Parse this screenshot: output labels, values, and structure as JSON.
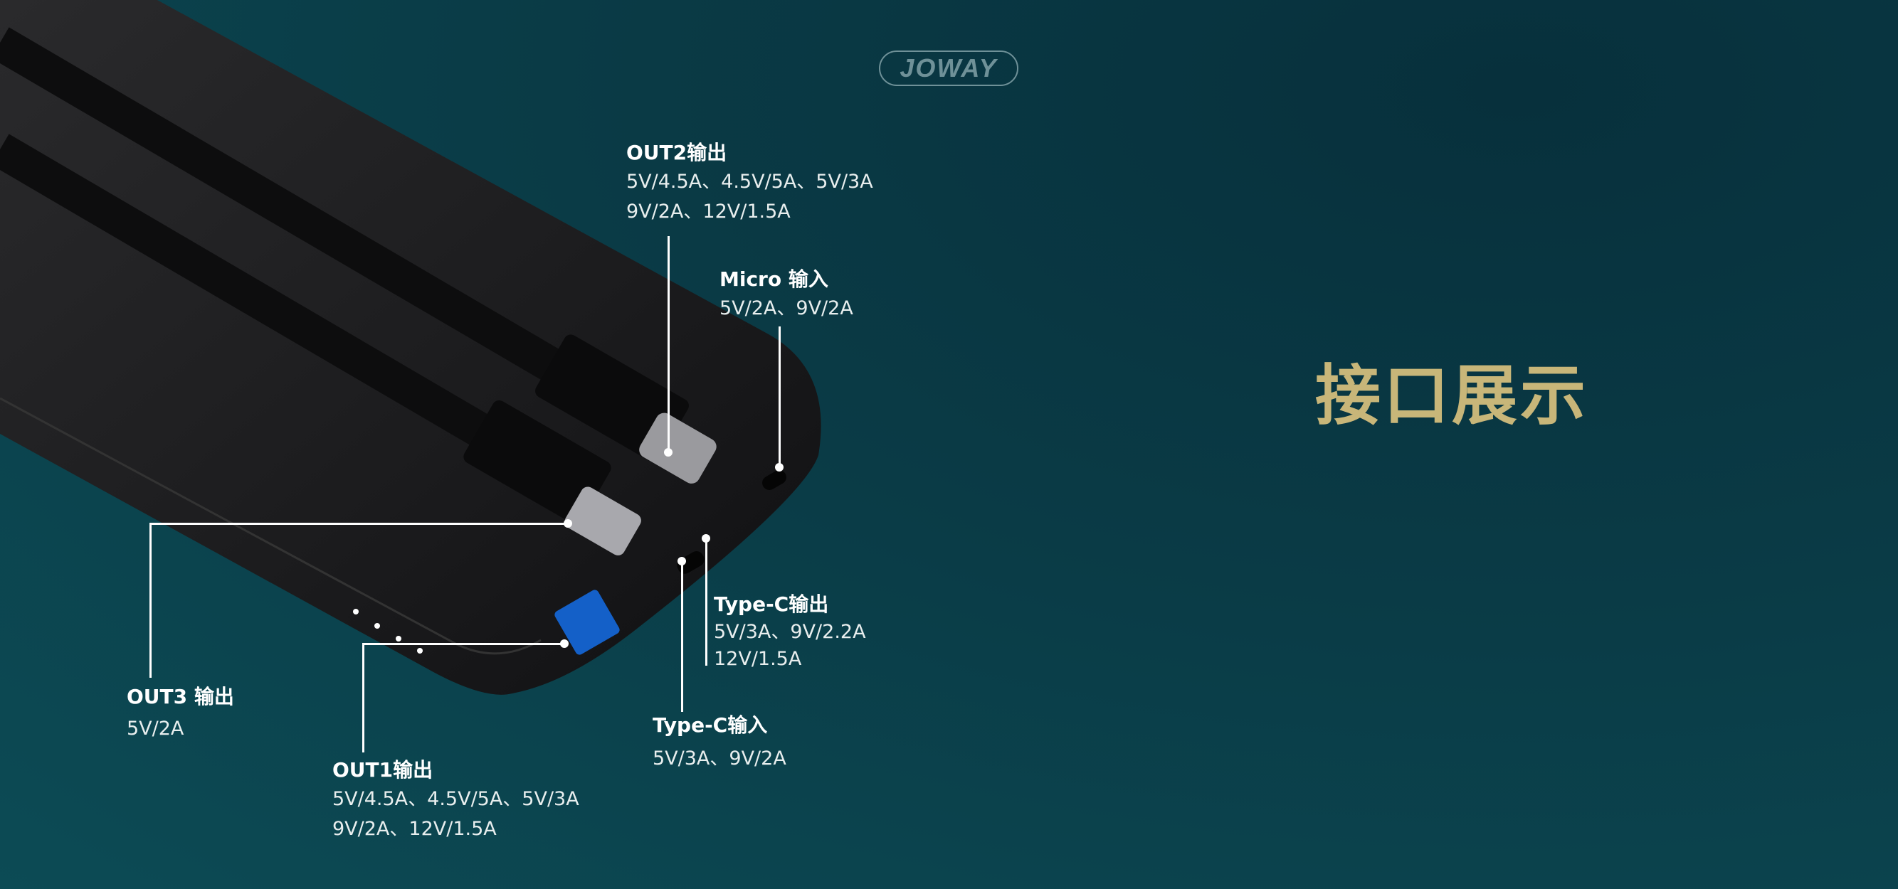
{
  "brand": {
    "logo_text": "JOWAY"
  },
  "title": "接口展示",
  "ports": {
    "out2": {
      "label": "OUT2输出",
      "specs": [
        "5V/4.5A、4.5V/5A、5V/3A",
        "9V/2A、12V/1.5A"
      ]
    },
    "micro_in": {
      "label": "Micro 输入",
      "specs": [
        "5V/2A、9V/2A"
      ]
    },
    "typec_out": {
      "label": "Type-C输出",
      "specs": [
        "5V/3A、9V/2.2A",
        "12V/1.5A"
      ]
    },
    "typec_in": {
      "label": "Type-C输入",
      "specs": [
        "5V/3A、9V/2A"
      ]
    },
    "out3": {
      "label": "OUT3 输出",
      "specs": [
        "5V/2A"
      ]
    },
    "out1": {
      "label": "OUT1输出",
      "specs": [
        "5V/4.5A、4.5V/5A、5V/3A",
        "9V/2A、12V/1.5A"
      ]
    }
  },
  "colors": {
    "title": "#c8b679",
    "background": "#0a3b46",
    "device": "#1c1c1e"
  }
}
